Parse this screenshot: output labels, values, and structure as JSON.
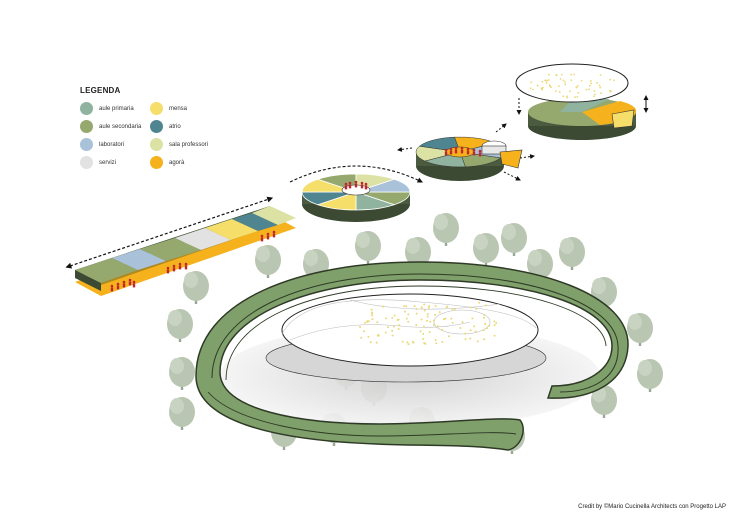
{
  "legend": {
    "title": "LEGENDA",
    "items": [
      {
        "label": "aule primaria",
        "color": "#8fb39e",
        "icon": "swatch-aule-primaria"
      },
      {
        "label": "mensa",
        "color": "#f5de6a",
        "icon": "swatch-mensa"
      },
      {
        "label": "aule secondaria",
        "color": "#95a86e",
        "icon": "swatch-aule-secondaria"
      },
      {
        "label": "atrio",
        "color": "#4f8590",
        "icon": "swatch-atrio"
      },
      {
        "label": "laboratori",
        "color": "#a9c2d9",
        "icon": "swatch-laboratori"
      },
      {
        "label": "sala professori",
        "color": "#dce2a3",
        "icon": "swatch-sala-professori"
      },
      {
        "label": "servizi",
        "color": "#e2e2e2",
        "icon": "swatch-servizi"
      },
      {
        "label": "agorà",
        "color": "#f5b21d",
        "icon": "swatch-agora"
      }
    ]
  },
  "colors": {
    "ring_green": "#7fa06a",
    "ring_dark": "#2e3a26",
    "tree": "#b9c6b1",
    "agora": "#f5b21d",
    "people": "#c0262f"
  },
  "credit": "Credit by ©Mario Cucinella Architects  con Progetto LAP"
}
